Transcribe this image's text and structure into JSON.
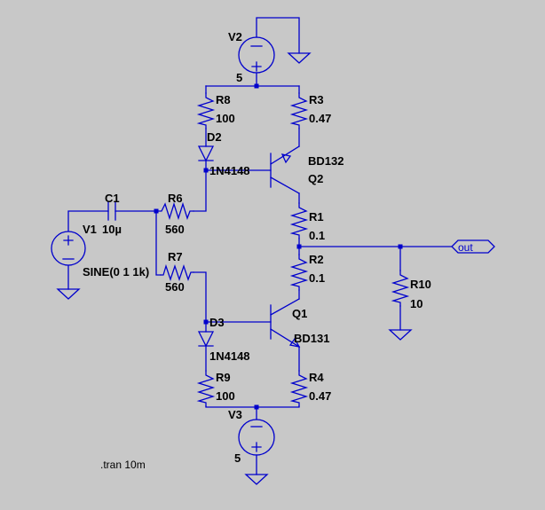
{
  "components": {
    "v1": {
      "name": "V1",
      "value": "SINE(0 1 1k)"
    },
    "v2": {
      "name": "V2",
      "value": "5"
    },
    "v3": {
      "name": "V3",
      "value": "5"
    },
    "c1": {
      "name": "C1",
      "value": "10µ"
    },
    "r1": {
      "name": "R1",
      "value": "0.1"
    },
    "r2": {
      "name": "R2",
      "value": "0.1"
    },
    "r3": {
      "name": "R3",
      "value": "0.47"
    },
    "r4": {
      "name": "R4",
      "value": "0.47"
    },
    "r6": {
      "name": "R6",
      "value": "560"
    },
    "r7": {
      "name": "R7",
      "value": "560"
    },
    "r8": {
      "name": "R8",
      "value": "100"
    },
    "r9": {
      "name": "R9",
      "value": "100"
    },
    "r10": {
      "name": "R10",
      "value": "10"
    },
    "d2": {
      "name": "D2",
      "value": "1N4148"
    },
    "d3": {
      "name": "D3",
      "value": "1N4148"
    },
    "q1": {
      "name": "Q1",
      "value": "BD131"
    },
    "q2": {
      "name": "Q2",
      "value": "BD132"
    }
  },
  "net_labels": {
    "out": "out"
  },
  "directive": ".tran 10m",
  "colors": {
    "background": "#c8c8c8",
    "wire": "#0000cc",
    "text": "#000000"
  }
}
